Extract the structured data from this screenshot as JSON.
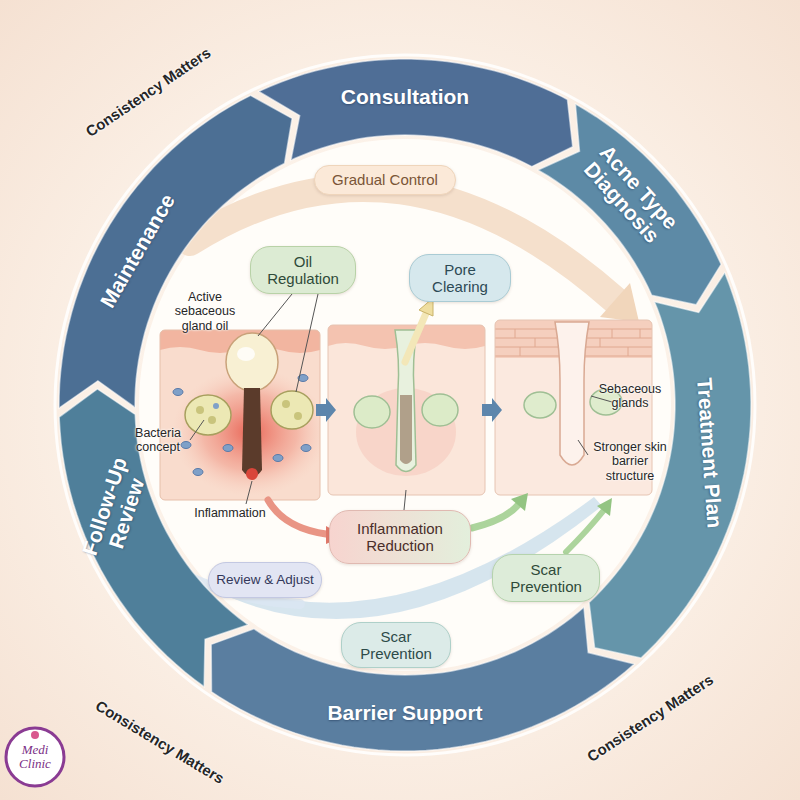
{
  "diagram": {
    "nodes": [
      {
        "text": [
          "Consultation"
        ]
      },
      {
        "text": [
          "Acne Type Diagnosis"
        ]
      },
      {
        "text": [
          "Treatment Plan"
        ]
      },
      {
        "text": [
          "Barrier Support"
        ]
      },
      {
        "text": [
          "Follow-Up Review"
        ]
      },
      {
        "text": [
          "Maintenance"
        ]
      },
      {
        "text": [
          "Gradual Control"
        ]
      },
      {
        "text": [
          "Oil Regulation"
        ]
      },
      {
        "text": [
          "Pore Clearing"
        ]
      },
      {
        "text": [
          "Inflammation Reduction"
        ]
      },
      {
        "text": [
          "Review & Adjust"
        ]
      },
      {
        "text": [
          "Scar Prevention"
        ]
      },
      {
        "text": [
          "Scar Prevention"
        ]
      },
      {
        "text": [
          "Medi Clinic"
        ]
      }
    ],
    "labels": [
      "Consistency Matters",
      "Consistency Matters",
      "Consistency Matters",
      "Active sebaceous gland oil",
      "Bacteria concept",
      "Inflammation",
      "Sebaceous glands",
      "Stronger skin barrier structure"
    ]
  }
}
